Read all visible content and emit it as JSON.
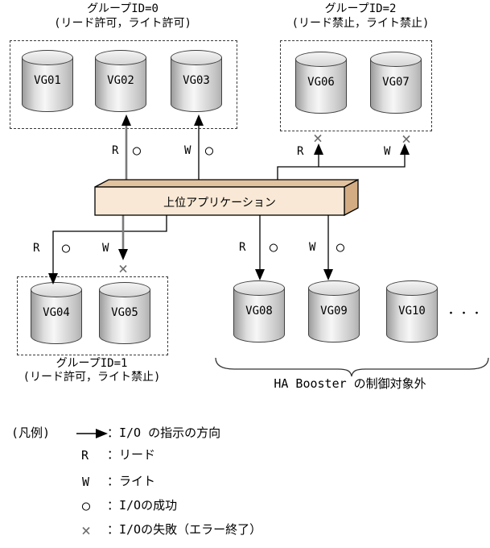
{
  "colors": {
    "box_front": "#f8e8d5",
    "box_top": "#e2c3a0",
    "box_side": "#d3ac84",
    "gray_line": "#7a7a7a",
    "black_line": "#000000"
  },
  "app_box": {
    "label": "上位アプリケーション"
  },
  "groups": {
    "g0": {
      "title": "グループID=0",
      "subtitle": "(リード許可，ライト許可)",
      "volumes": [
        "VG01",
        "VG02",
        "VG03"
      ]
    },
    "g2": {
      "title": "グループID=2",
      "subtitle": "(リード禁止，ライト禁止)",
      "volumes": [
        "VG06",
        "VG07"
      ]
    },
    "g1": {
      "title": "グループID=1",
      "subtitle": "(リード許可，ライト禁止)",
      "volumes": [
        "VG04",
        "VG05"
      ]
    }
  },
  "uncontrolled": {
    "volumes": [
      "VG08",
      "VG09",
      "VG10"
    ],
    "ellipsis": "・・・",
    "label": "HA Booster の制御対象外"
  },
  "markers": {
    "read": "R",
    "write": "W",
    "success": "○",
    "failure": "×"
  },
  "legend": {
    "title": "(凡例)",
    "direction_label": "：I/O の指示の方向",
    "read_symbol": "R",
    "read_label": "：リード",
    "write_symbol": "W",
    "write_label": "：ライト",
    "success_symbol": "○",
    "success_label": "：I/Oの成功",
    "failure_symbol": "×",
    "failure_label": "：I/Oの失敗（エラー終了）"
  }
}
